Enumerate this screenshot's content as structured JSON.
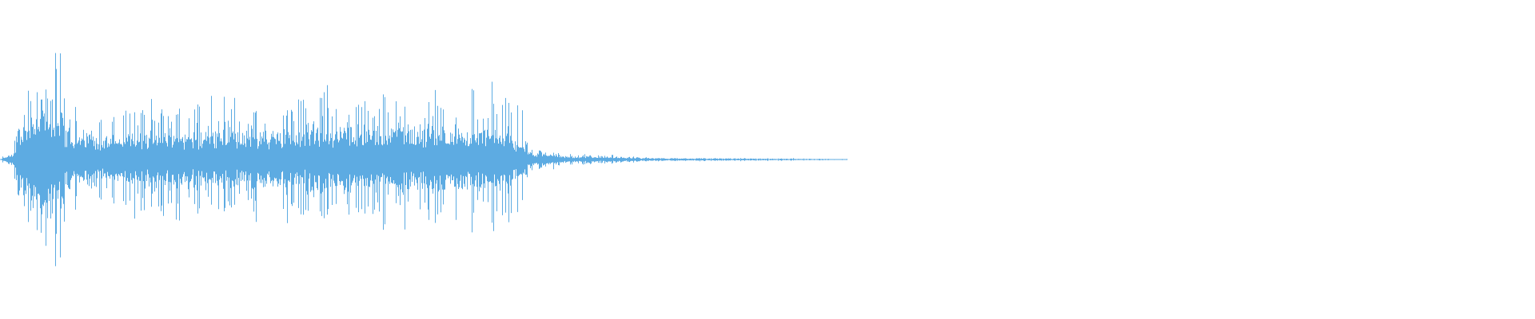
{
  "chart_data": {
    "type": "area",
    "title": "",
    "xlabel": "",
    "ylabel": "",
    "ylim": [
      -1,
      1
    ],
    "grid": false,
    "legend": "none",
    "color": "#5dabe2",
    "series": [
      {
        "peak_envelope": [
          0.2,
          0.5,
          0.6,
          0.6,
          0.4,
          0.4,
          0.3,
          0.3,
          0.37,
          0.37,
          0.37,
          0.37,
          0.37,
          0.37,
          0.37,
          0.35,
          0.35,
          0.35,
          0.35,
          0.35,
          0.43,
          0.43,
          0.43,
          0.43,
          0.43,
          0.43,
          0.43,
          0.43,
          0.43,
          0.43,
          0.43,
          0.43,
          0.3,
          0.07,
          0.06,
          0.03,
          0.03,
          0.03,
          0.025,
          0.02,
          0.012,
          0.01,
          0.01,
          0.01,
          0.01,
          0.01,
          0.01,
          0.01,
          0.008,
          0.008,
          0.006,
          0.005,
          0.004,
          0,
          0,
          0,
          0,
          0,
          0,
          0,
          0,
          0,
          0,
          0,
          0,
          0,
          0,
          0,
          0,
          0,
          0,
          0,
          0,
          0,
          0,
          0,
          0,
          0,
          0,
          0,
          0,
          0,
          0,
          0,
          0,
          0,
          0,
          0,
          0,
          0,
          0,
          0,
          0,
          0,
          0,
          0
        ],
        "body_envelope": [
          0.05,
          0.2,
          0.25,
          0.25,
          0.15,
          0.15,
          0.12,
          0.12,
          0.15,
          0.15,
          0.15,
          0.15,
          0.15,
          0.15,
          0.15,
          0.15,
          0.15,
          0.15,
          0.15,
          0.15,
          0.17,
          0.17,
          0.17,
          0.17,
          0.17,
          0.17,
          0.17,
          0.17,
          0.17,
          0.17,
          0.17,
          0.17,
          0.1,
          0.04,
          0.035,
          0.02,
          0.02,
          0.018,
          0.015,
          0.012,
          0.008,
          0.007,
          0.007,
          0.006,
          0.006,
          0.006,
          0.005,
          0.005,
          0.004,
          0.004,
          0.003,
          0.003,
          0.002,
          0,
          0,
          0,
          0,
          0,
          0,
          0,
          0,
          0,
          0,
          0,
          0,
          0,
          0,
          0,
          0,
          0,
          0,
          0,
          0,
          0,
          0,
          0,
          0,
          0,
          0,
          0,
          0,
          0,
          0,
          0,
          0,
          0,
          0,
          0,
          0,
          0,
          0,
          0,
          0,
          0,
          0,
          0
        ]
      }
    ]
  }
}
